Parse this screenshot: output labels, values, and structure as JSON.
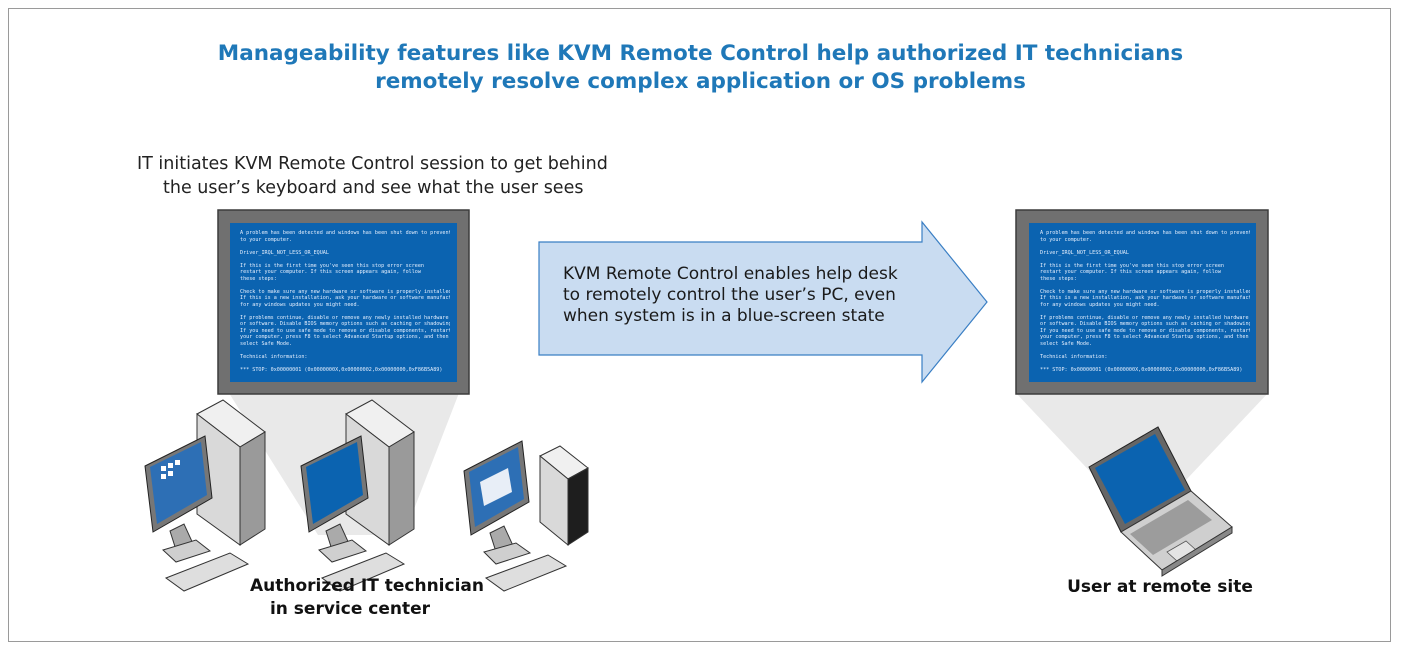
{
  "title": {
    "line1": "Manageability features like KVM Remote Control help authorized IT technicians",
    "line2": "remotely resolve complex application or OS problems"
  },
  "left_caption": {
    "line1": "IT initiates KVM Remote Control session to get behind",
    "line2": "the user’s keyboard and see what the user sees"
  },
  "arrow_text": {
    "line1": "KVM Remote Control enables help desk",
    "line2": "to remotely control the user’s PC, even",
    "line3": "when system is in a blue-screen state"
  },
  "technician_label": {
    "line1": "Authorized IT technician",
    "line2": "in service center"
  },
  "user_label": "User at remote site",
  "bsod_lines": [
    "A problem has been detected and windows has been shut down to prevent damage",
    "to your computer.",
    "",
    "Driver_IRQL_NOT_LESS_OR_EQUAL",
    "",
    "If this is the first time you've seen this stop error screen",
    "restart your computer. If this screen appears again, follow",
    "these steps:",
    "",
    "Check to make sure any new hardware or software is properly installed.",
    "If this is a new installation, ask your hardware or software manufacturer",
    "for any windows updates you might need.",
    "",
    "If problems continue, disable or remove any newly installed hardware",
    "or software. Disable BIOS memory options such as caching or shadowing.",
    "If you need to use safe mode to remove or disable components, restart",
    "your computer, press F8 to select Advanced Startup options, and then",
    "select Safe Mode.",
    "",
    "Technical information:",
    "",
    "*** STOP: 0x00000001 (0x0000000X,0x00000002,0x00000000,0xF86B5A89)"
  ],
  "colors": {
    "title_blue": "#1f78b8",
    "bsod_blue": "#0b63b0",
    "arrow_fill": "#c9dcf1",
    "arrow_stroke": "#3a7fc4",
    "monitor_frame": "#6d6d6d"
  }
}
